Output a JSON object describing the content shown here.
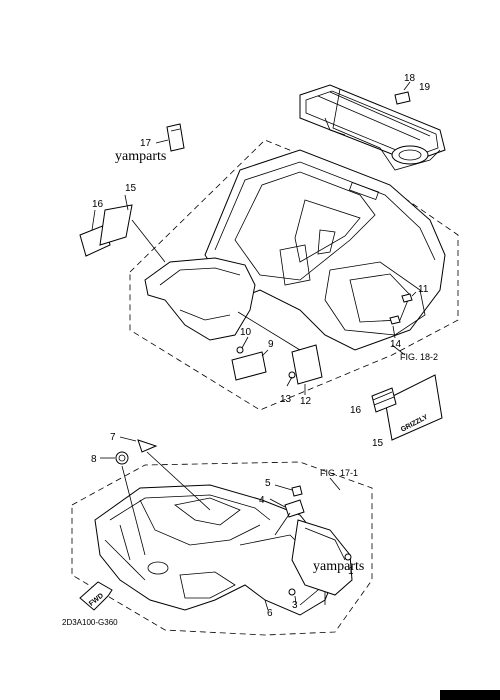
{
  "watermarks": [
    "yamparts",
    "yamparts"
  ],
  "diagram_code": "2D3A100-G360",
  "figure_refs": [
    "FIG. 18-2",
    "FIG. 17-1"
  ],
  "fwd_label": "FWD",
  "decal_text": "GRIZZLY",
  "callouts": {
    "c1": "1",
    "c3": "3",
    "c4": "4",
    "c5": "5",
    "c6": "6",
    "c7": "7",
    "c8": "8",
    "c9": "9",
    "c10": "10",
    "c11": "11",
    "c12": "12",
    "c13": "13",
    "c14": "14",
    "c15a": "15",
    "c15b": "15",
    "c16a": "16",
    "c16b": "16",
    "c17": "17",
    "c18": "18",
    "c19": "19"
  }
}
